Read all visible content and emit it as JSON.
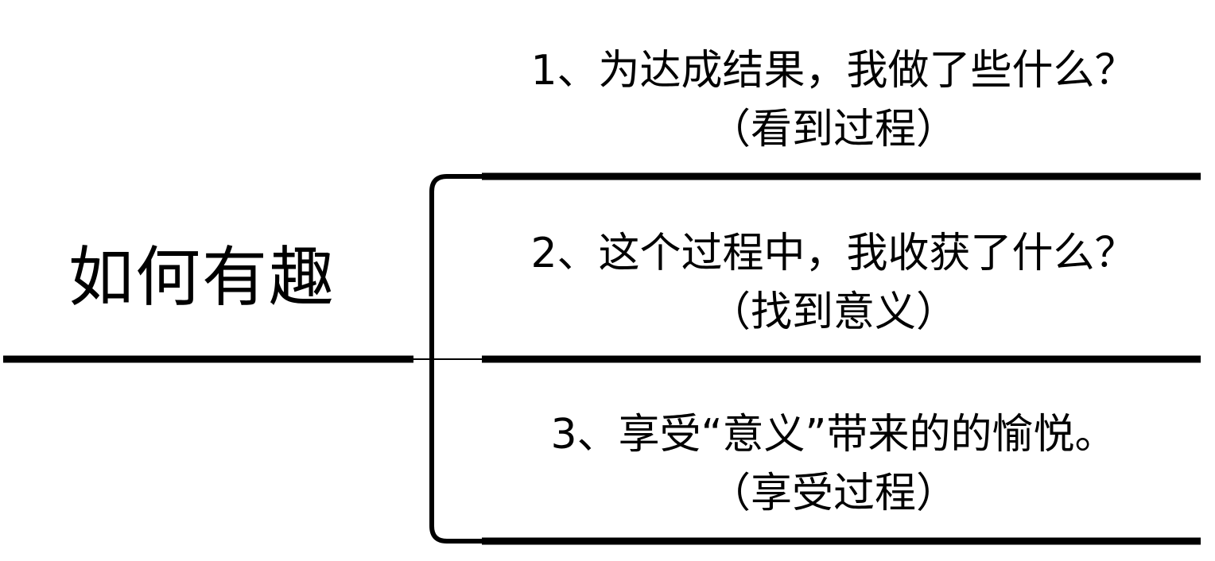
{
  "root": {
    "title": "如何有趣"
  },
  "branches": [
    {
      "question": "1、为达成结果，我做了些什么？",
      "note": "（看到过程）"
    },
    {
      "question": "2、这个过程中，我收获了什么？",
      "note": "（找到意义）"
    },
    {
      "question": "3、享受“意义”带来的的愉悦。",
      "note": "（享受过程）"
    }
  ],
  "colors": {
    "line": "#000000",
    "background": "#ffffff",
    "text": "#000000"
  }
}
